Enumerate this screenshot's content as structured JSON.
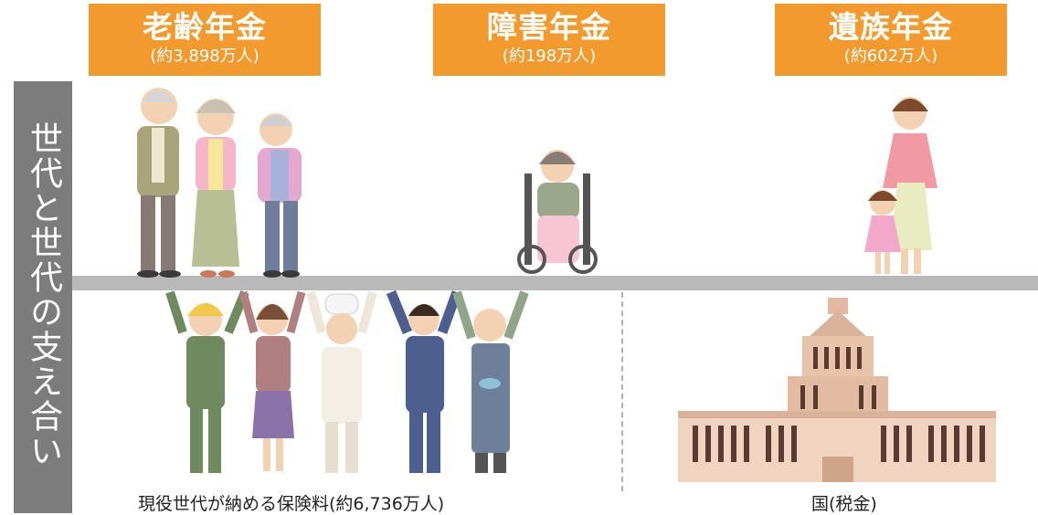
{
  "categories": [
    {
      "title": "老齢年金",
      "count": "(約3,898万人)"
    },
    {
      "title": "障害年金",
      "count": "(約198万人)"
    },
    {
      "title": "遺族年金",
      "count": "(約602万人)"
    }
  ],
  "side_label": "世代と世代の支え合い",
  "captions": {
    "workers": "現役世代が納める保険料(約6,736万人)",
    "government": "国(税金)"
  },
  "colors": {
    "header": "#f39a2e",
    "side": "#7c7c7c",
    "shelf": "#b9b9b9"
  }
}
